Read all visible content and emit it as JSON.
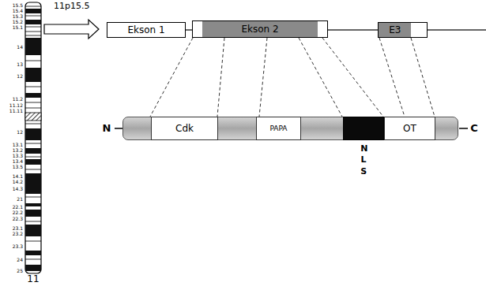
{
  "diagram": {
    "nodes": [
      {
        "text": [
          "Ekson 1"
        ]
      },
      {
        "text": [
          "Ekson 2"
        ]
      },
      {
        "text": [
          "E3"
        ]
      },
      {
        "text": [
          "N",
          "C"
        ]
      },
      {
        "text": [
          "Cdk"
        ],
        "in": 3
      },
      {
        "text": [
          "PAPA"
        ],
        "in": 3
      },
      {
        "text": [
          "NLS"
        ],
        "in": 3
      },
      {
        "text": [
          "OT"
        ],
        "in": 3
      }
    ],
    "edges": [
      {
        "from": 0,
        "to": 1,
        "arrow": "none"
      },
      {
        "from": 1,
        "to": 2,
        "arrow": "none"
      }
    ],
    "labels": [
      "11p15.5",
      "15.5",
      "15.4",
      "15.3",
      "15.2",
      "15.1",
      "14",
      "13",
      "12",
      "11.2",
      "11.12",
      "11.11",
      "12",
      "13.1",
      "13.2",
      "13.3",
      "13.4",
      "13.5",
      "14.1",
      "14.2",
      "14.3",
      "21",
      "22.1",
      "22.2",
      "22.3",
      "23.1",
      "23.2",
      "23.3",
      "24",
      "25",
      "11"
    ]
  }
}
